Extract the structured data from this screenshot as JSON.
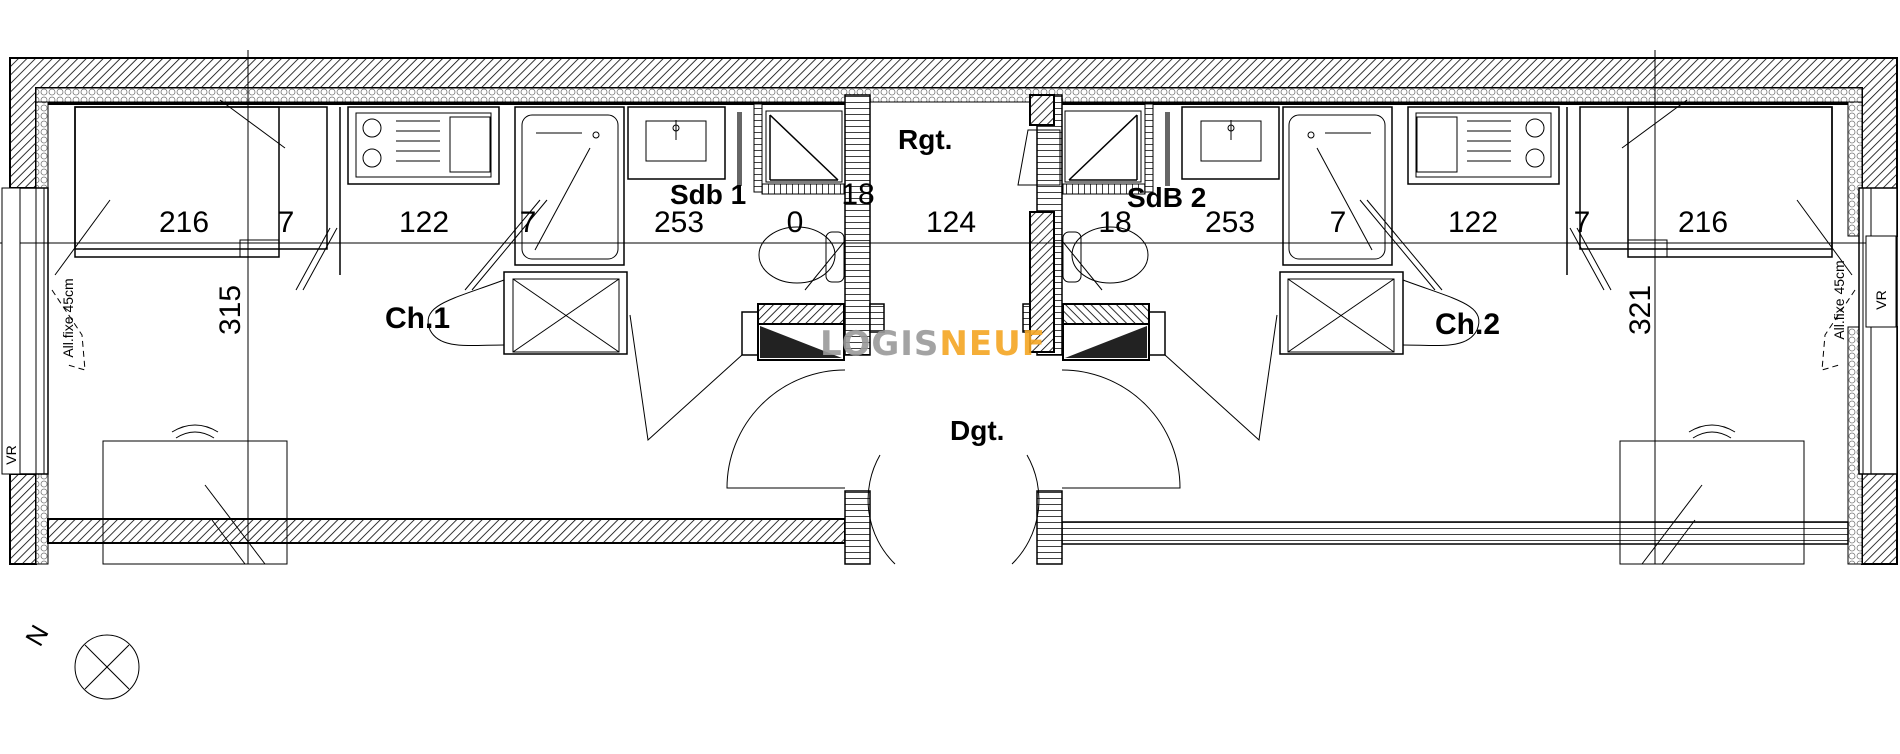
{
  "rooms": {
    "ch1": "Ch.1",
    "ch2": "Ch.2",
    "sdb1": "Sdb 1",
    "sdb2": "SdB 2",
    "rgt": "Rgt.",
    "dgt": "Dgt."
  },
  "dimensions": {
    "row": [
      "216",
      "7",
      "122",
      "7",
      "253",
      "0",
      "18",
      "124",
      "18",
      "253",
      "7",
      "122",
      "7",
      "216"
    ],
    "height_left": "315",
    "height_right": "321"
  },
  "windows": {
    "left_fixed": "All.fixe 45cm",
    "right_fixed": "All.fixe 45cm",
    "left_shutter": "VR",
    "right_shutter": "VR"
  },
  "compass": {
    "north": "N"
  },
  "logo": {
    "part1": "LOGIS",
    "part2": "NEUF",
    "color1": "#9a9a9a",
    "color2": "#f5a623"
  }
}
